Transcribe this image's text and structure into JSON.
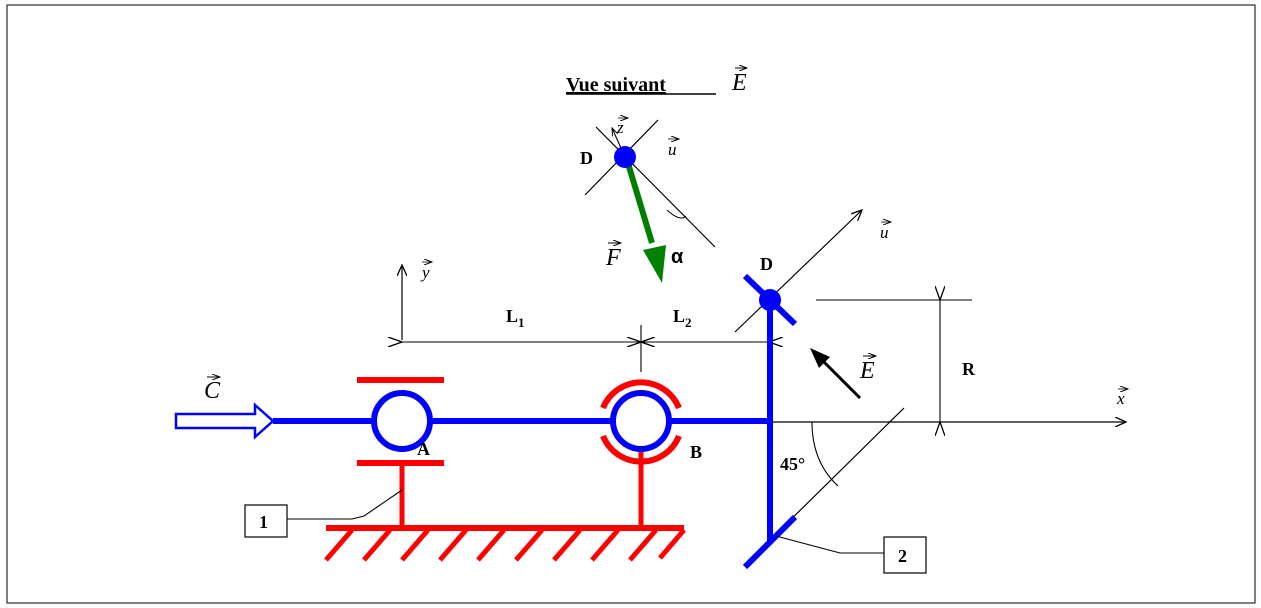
{
  "title": "Vue suivant",
  "title_vector": "E",
  "labels": {
    "point_a": "A",
    "point_b": "B",
    "point_d_view": "D",
    "point_d_main": "D",
    "length_1": "L",
    "length_1_sub": "1",
    "length_2": "L",
    "length_2_sub": "2",
    "radius": "R",
    "angle_45": "45°",
    "angle_alpha": "α",
    "part_1": "1",
    "part_2": "2"
  },
  "vectors": {
    "x": "x",
    "y": "y",
    "z": "z",
    "u_view": "u",
    "u_main": "u",
    "force": "F",
    "couple": "C",
    "view_direction": "E"
  },
  "colors": {
    "shaft": "#0000ff",
    "frame": "#ff0000",
    "force": "#008000",
    "line": "#000000"
  }
}
